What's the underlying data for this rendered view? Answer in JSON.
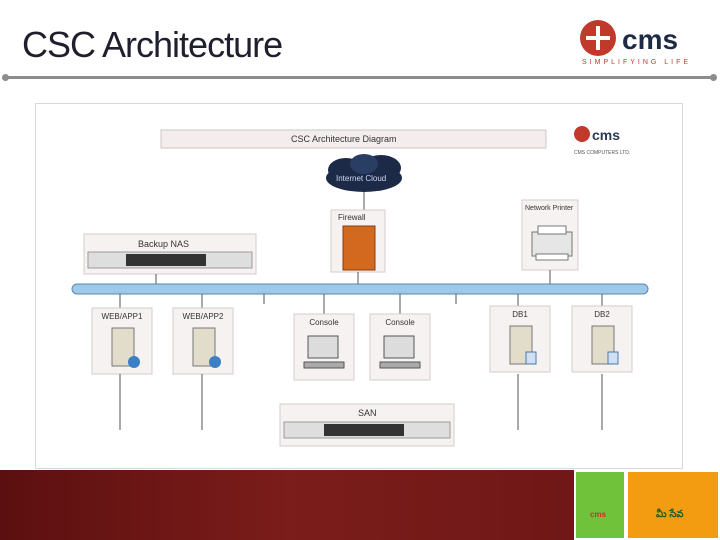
{
  "slide": {
    "title": "CSC Architecture"
  },
  "brand": {
    "tagline": "SIMPLIFYING LIFE",
    "name": "cms"
  },
  "diagram": {
    "header": "CSC Architecture Diagram",
    "company": "CMS COMPUTERS LTD.",
    "cloud": "Internet Cloud",
    "firewall": "Firewall",
    "printer": "Network Printer",
    "backup": "Backup NAS",
    "san": "SAN",
    "nodes": [
      {
        "label": "WEB/APP1",
        "kind": "server"
      },
      {
        "label": "WEB/APP2",
        "kind": "server"
      },
      {
        "label": "Console",
        "kind": "console"
      },
      {
        "label": "Console",
        "kind": "console"
      },
      {
        "label": "DB1",
        "kind": "db"
      },
      {
        "label": "DB2",
        "kind": "db"
      }
    ]
  },
  "footer_badge": {
    "left": "cms",
    "right": "మీ సేవ"
  },
  "colors": {
    "brand_red": "#c0392b",
    "bus": "#9ec9e8",
    "footer": "#6a1515"
  }
}
